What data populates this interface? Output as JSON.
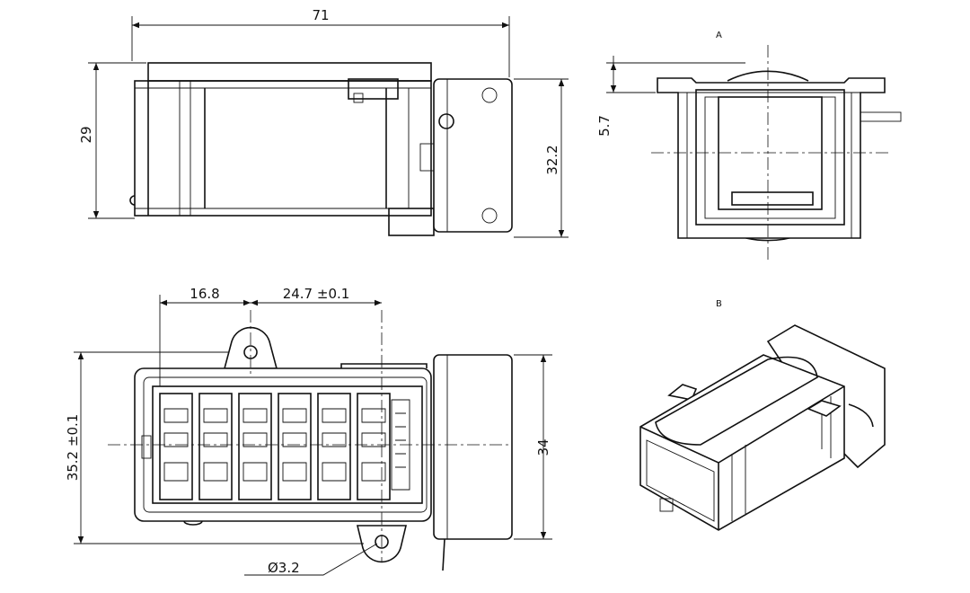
{
  "side_view": {
    "width_dim": "71",
    "height_dim": "29",
    "box_height_dim": "32.2"
  },
  "end_view": {
    "label": "A",
    "flange_dim": "5.7"
  },
  "bottom_view": {
    "pitch_dim_1": "16.8",
    "pitch_dim_2": "24.7 ±0.1",
    "height_dim": "35.2 ±0.1",
    "box_height_dim": "34",
    "hole_dim": "Ø3.2"
  },
  "iso_view": {
    "label": "B"
  }
}
